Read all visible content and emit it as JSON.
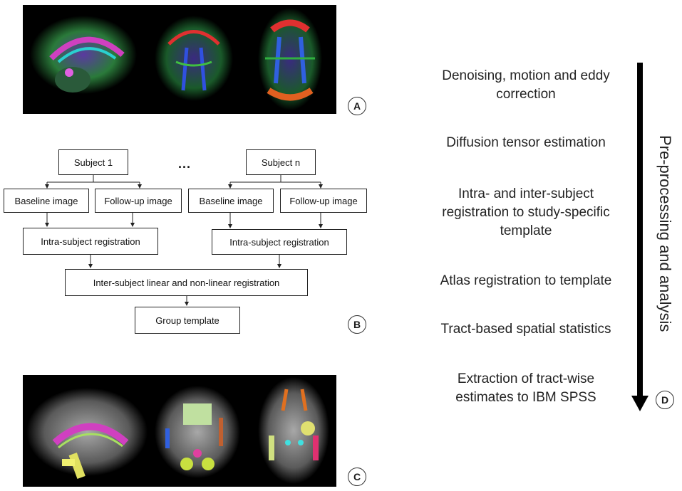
{
  "panels": {
    "a_label": "A",
    "b_label": "B",
    "c_label": "C",
    "d_label": "D"
  },
  "flow": {
    "subject1": "Subject 1",
    "ellipsis": "...",
    "subjectn": "Subject n",
    "baseline1": "Baseline image",
    "followup1": "Follow-up image",
    "baseline2": "Baseline image",
    "followup2": "Follow-up image",
    "intra1": "Intra-subject registration",
    "intra2": "Intra-subject registration",
    "inter": "Inter-subject linear and non-linear registration",
    "group": "Group template"
  },
  "steps": {
    "s1": "Denoising, motion and eddy correction",
    "s2": "Diffusion tensor estimation",
    "s3": "Intra- and inter-subject registration to study-specific template",
    "s4": "Atlas registration to template",
    "s5": "Tract-based spatial statistics",
    "s6": "Extraction of tract-wise estimates to IBM SPSS"
  },
  "arrow_label": "Pre-processing and analysis",
  "colors": {
    "arrow": "#000000",
    "panel_bg": "#000000"
  }
}
